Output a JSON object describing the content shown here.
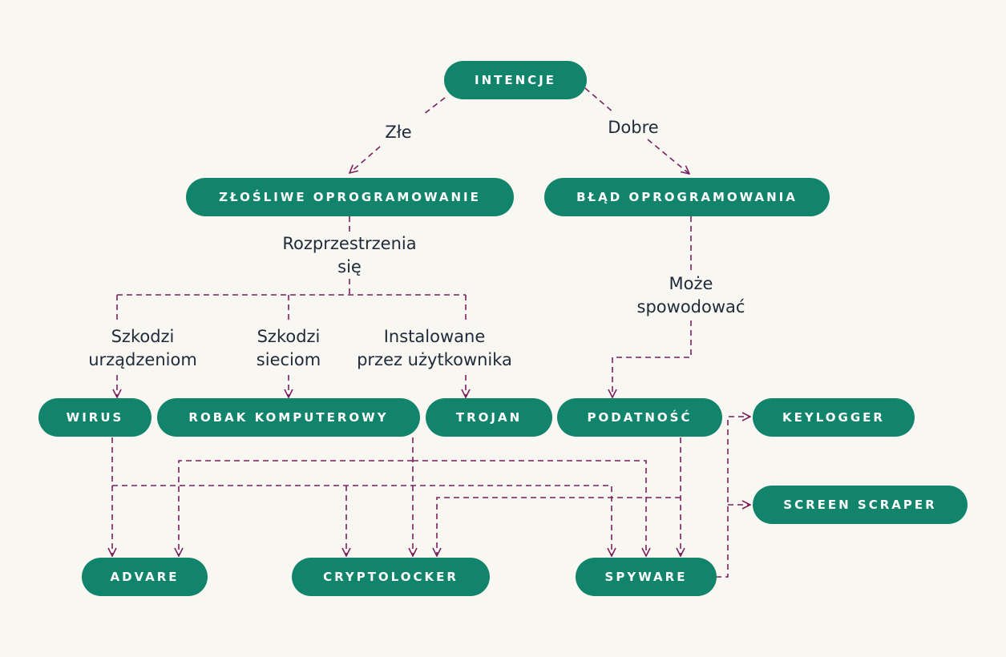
{
  "nodes": {
    "intencje": "INTENCJE",
    "zlosliwe": "ZŁOŚLIWE OPROGRAMOWANIE",
    "blad": "BŁĄD OPROGRAMOWANIA",
    "wirus": "WIRUS",
    "robak": "ROBAK KOMPUTEROWY",
    "trojan": "TROJAN",
    "podatnosc": "PODATNOŚĆ",
    "keylogger": "KEYLOGGER",
    "screen_scraper": "SCREEN SCRAPER",
    "advare": "ADVARE",
    "cryptolocker": "CRYPTOLOCKER",
    "spyware": "SPYWARE"
  },
  "edge_labels": {
    "zle": "Złe",
    "dobre": "Dobre",
    "rozprzestrzenia_1": "Rozprzestrzenia",
    "rozprzestrzenia_2": "się",
    "moze_1": "Może",
    "moze_2": "spowodować",
    "szkodzi_urz_1": "Szkodzi",
    "szkodzi_urz_2": "urządzeniom",
    "szkodzi_siec_1": "Szkodzi",
    "szkodzi_siec_2": "sieciom",
    "instalowane_1": "Instalowane",
    "instalowane_2": "przez użytkownika"
  },
  "colors": {
    "background": "#f8f7f2",
    "node_fill": "#12846b",
    "node_text": "#ffffff",
    "edge": "#7b1f5c",
    "label_text": "#1f2a3a"
  }
}
